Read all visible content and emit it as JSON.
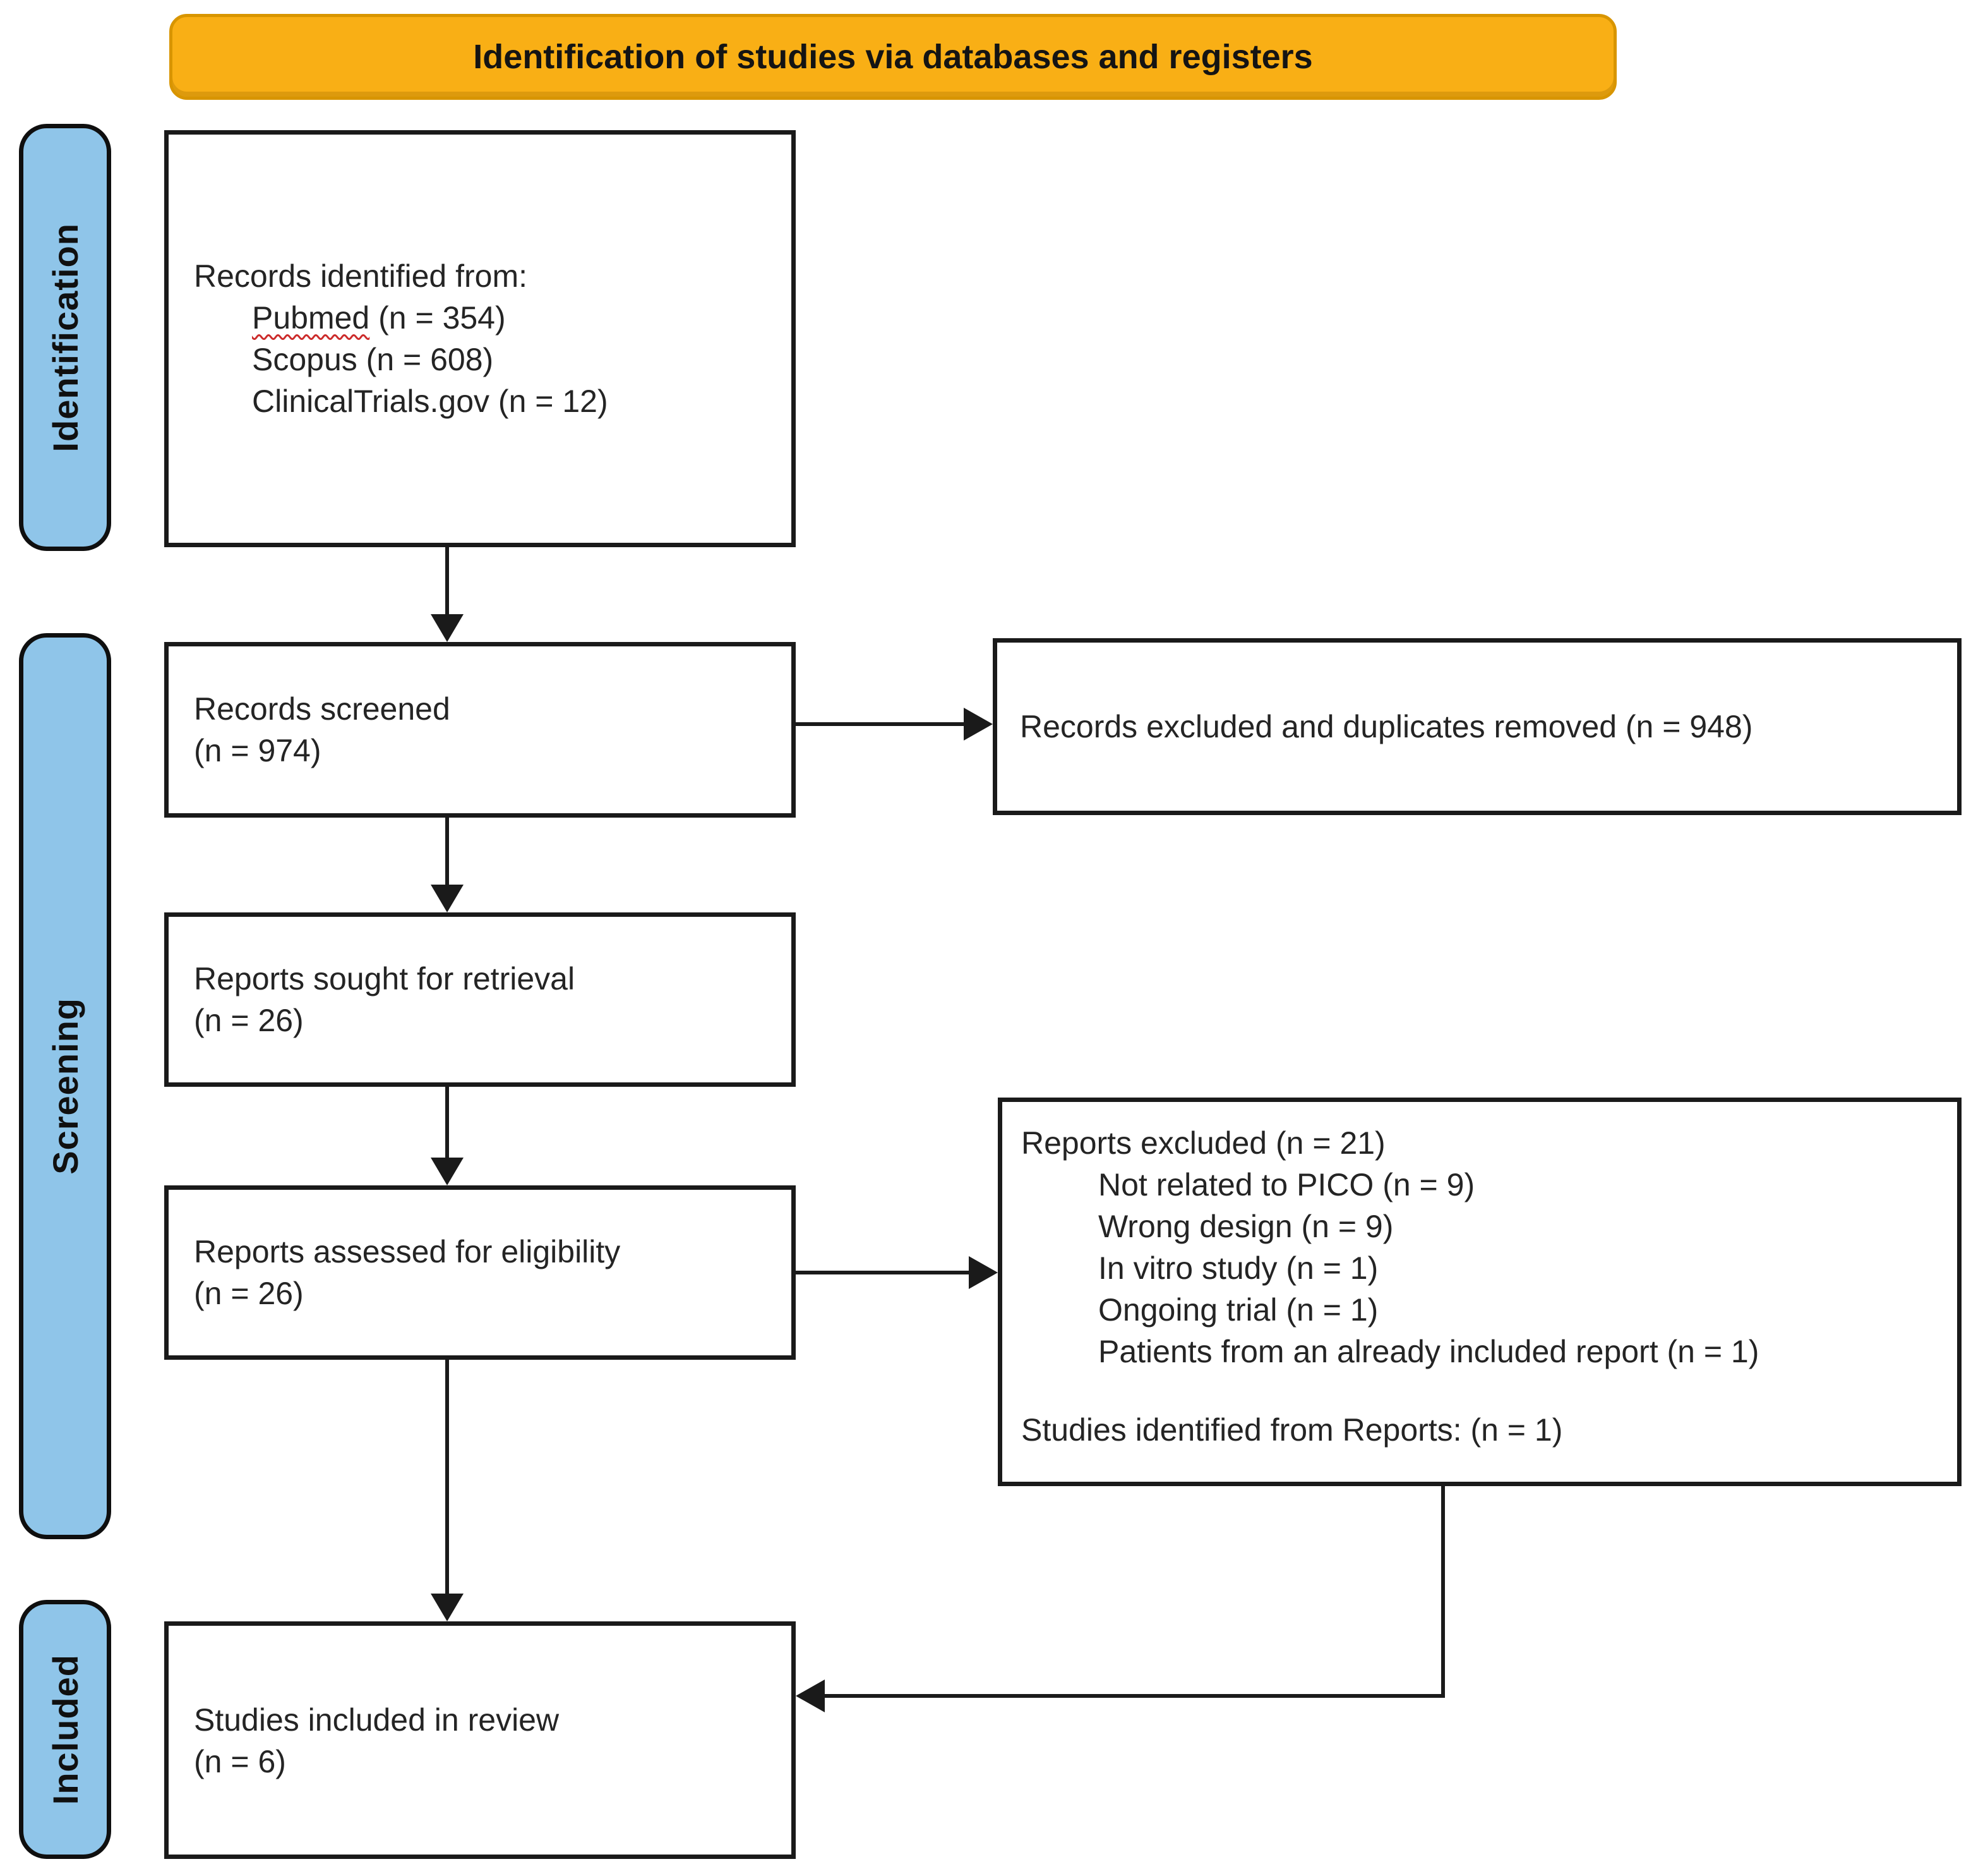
{
  "banner": {
    "title": "Identification of studies via databases and registers"
  },
  "stages": {
    "identification": "Identification",
    "screening": "Screening",
    "included": "Included"
  },
  "boxes": {
    "records_identified": {
      "title": "Records identified from:",
      "sources": [
        {
          "name": "Pubmed",
          "count": " (n = 354)"
        },
        {
          "name": "Scopus",
          "count": " (n = 608)"
        },
        {
          "name": "ClinicalTrials.gov",
          "count": " (n = 12)"
        }
      ]
    },
    "records_screened": {
      "label": "Records screened",
      "count": "(n = 974)"
    },
    "records_excluded": {
      "label": "Records excluded and duplicates removed (n = 948)"
    },
    "reports_sought": {
      "label": "Reports sought for retrieval",
      "count": "(n = 26)"
    },
    "reports_assessed": {
      "label": "Reports assessed for eligibility",
      "count": "(n = 26)"
    },
    "reports_excluded": {
      "title": "Reports excluded (n = 21)",
      "reasons": [
        "Not related to PICO (n = 9)",
        "Wrong design (n = 9)",
        "In vitro study (n = 1)",
        "Ongoing trial (n = 1)",
        "Patients from an already included report (n = 1)"
      ],
      "footer": "Studies identified from Reports: (n = 1)"
    },
    "studies_included": {
      "label": "Studies included in review",
      "count": "(n = 6)"
    }
  },
  "colors": {
    "banner_bg": "#F9AF15",
    "banner_edge": "#D89500",
    "stage_bg": "#8FC5E9",
    "ink": "#1A1A1A"
  }
}
